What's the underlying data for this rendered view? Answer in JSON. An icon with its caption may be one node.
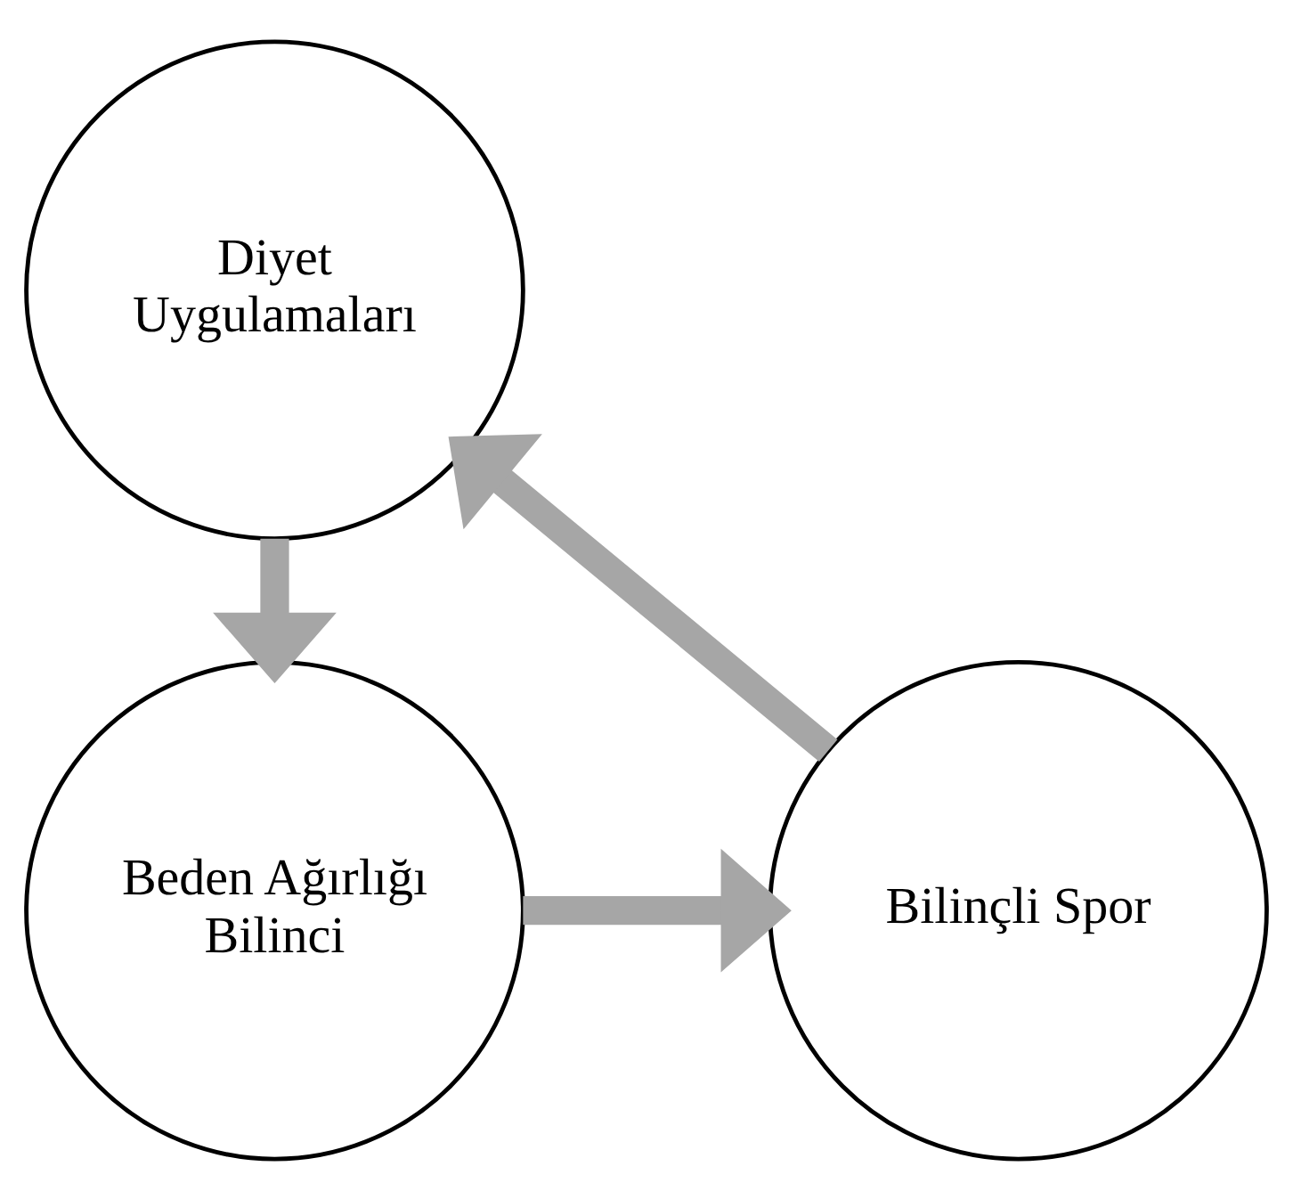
{
  "diagram": {
    "nodes": [
      {
        "text": [
          "Diyet Uygulamaları"
        ]
      },
      {
        "text": [
          "Beden Ağırlığı Bilinci"
        ]
      },
      {
        "text": [
          "Bilinçli Spor"
        ]
      }
    ],
    "edges": [
      {
        "from": 0,
        "to": 1,
        "arrow": "to"
      },
      {
        "from": 1,
        "to": 2,
        "arrow": "to"
      },
      {
        "from": 2,
        "to": 0,
        "arrow": "to"
      }
    ]
  }
}
